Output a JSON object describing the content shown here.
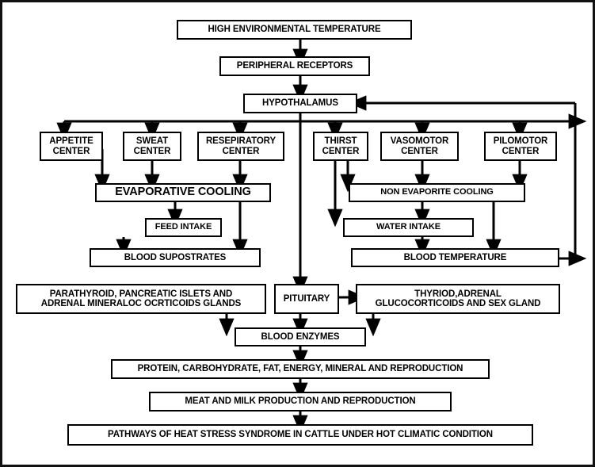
{
  "diagram": {
    "title": "Pathways of heat stress syndrome in cattle under hot climatic condition",
    "type": "flowchart",
    "nodes": {
      "high_temp": "HIGH ENVIRONMENTAL TEMPERATURE",
      "peripheral_receptors": "PERIPHERAL RECEPTORS",
      "hypothalamus": "HYPOTHALAMUS",
      "appetite_center": "APPETITE\nCENTER",
      "sweat_center": "SWEAT\nCENTER",
      "respiratory_center": "RESEPIRATORY\nCENTER",
      "thirst_center": "THIRST\nCENTER",
      "vasomotor_center": "VASOMOTOR\nCENTER",
      "pilomotor_center": "PILOMOTOR\nCENTER",
      "evaporative_cooling": "EVAPORATIVE COOLING",
      "non_evaporite_cooling": "NON EVAPORITE COOLING",
      "feed_intake": "FEED INTAKE",
      "water_intake": "WATER INTAKE",
      "blood_supostrates": "BLOOD SUPOSTRATES",
      "blood_temperature": "BLOOD TEMPERATURE",
      "parathyroid_glands": "PARATHYROID, PANCREATIC ISLETS AND\nADRENAL MINERALOC OCRTICOIDS GLANDS",
      "pituitary": "PITUITARY",
      "thyroid_glands": "THYRIOD,ADRENAL\nGLUCOCORTICOIDS AND SEX GLAND",
      "blood_enzymes": "BLOOD ENZYMES",
      "metabolism": "PROTEIN, CARBOHYDRATE, FAT, ENERGY, MINERAL AND REPRODUCTION",
      "production": "MEAT AND MILK PRODUCTION AND REPRODUCTION",
      "conclusion": "PATHWAYS OF HEAT STRESS SYNDROME IN CATTLE UNDER HOT CLIMATIC CONDITION"
    },
    "colors": {
      "stroke": "#000000",
      "fill": "#ffffff",
      "border": "#111111"
    }
  }
}
